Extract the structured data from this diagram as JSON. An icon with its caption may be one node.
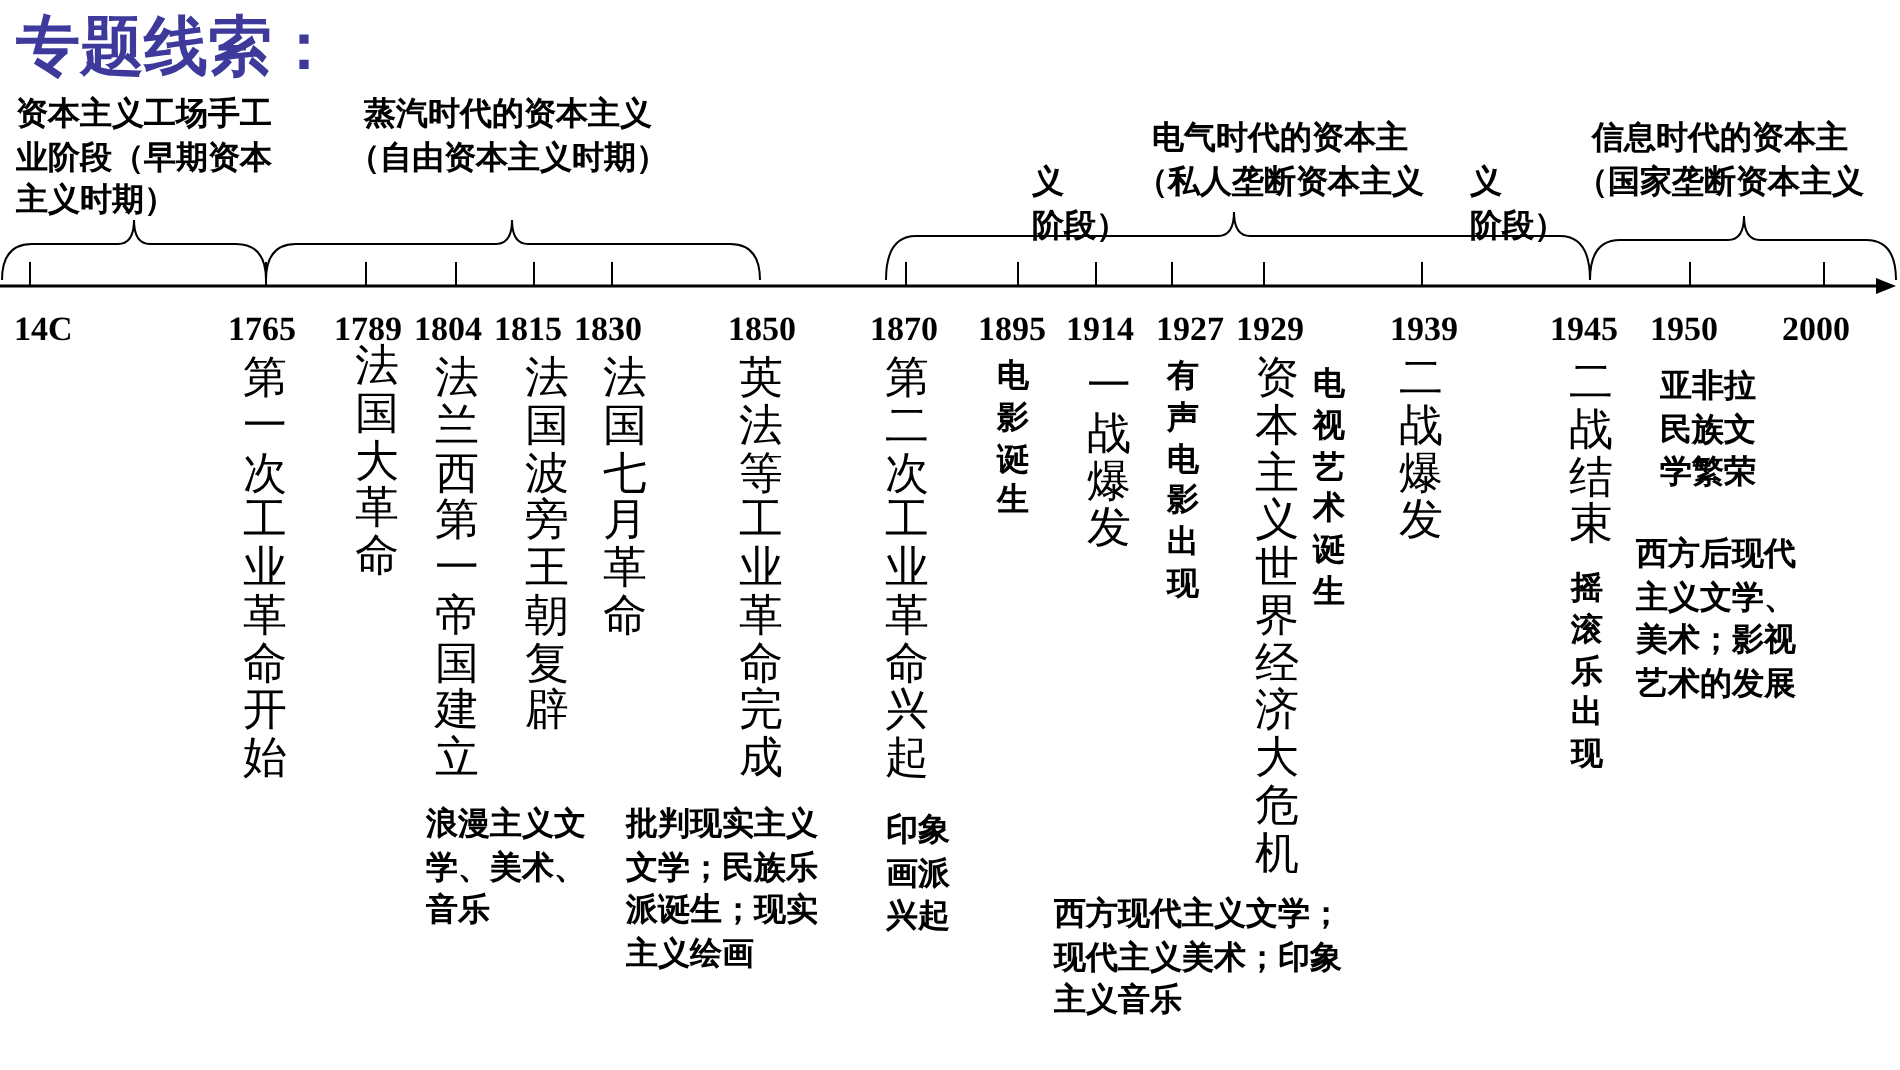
{
  "diagram": {
    "title": "专题线索：",
    "labels": [
      "资本主义工场手工业阶段（早期资本主义时期）",
      "蒸汽时代的资本主义（自由资本主义时期）",
      "电气时代的资本主（私人垄断资本主义",
      "义阶段）",
      "义阶段）",
      "信息时代的资本主（国家垄断资本主义",
      "14C",
      "1765",
      "1789",
      "1804",
      "1815",
      "1830",
      "1850",
      "1870",
      "1895",
      "1914",
      "1927",
      "1929",
      "1939",
      "1945",
      "1950",
      "2000",
      "第一次工业革命开始",
      "法国大革命",
      "法兰西第一帝国建立",
      "法国波旁王朝复辟",
      "法国七月革命",
      "英法等工业革命完成",
      "第二次工业革命兴起",
      "电影诞生",
      "一战爆发",
      "有声电影出现",
      "资本主义世界经济大危机",
      "电视艺术诞生",
      "二战爆发",
      "二战结束",
      "亚非拉民族文学繁荣",
      "摇滚乐出现",
      "西方后现代主义文学、美术；影视艺术的发展",
      "浪漫主义文学、美术、音乐",
      "批判现实主义文学；民族乐派诞生；现实主义绘画",
      "印象画派兴起",
      "西方现代主义文学；现代主义美术；印象主义音乐"
    ]
  }
}
